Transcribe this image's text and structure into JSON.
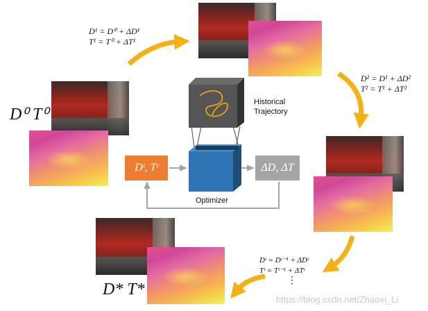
{
  "equations": {
    "step1_line1": "D¹ = D⁰ + ΔD¹",
    "step1_line2": "T¹ = T⁰ + ΔT¹",
    "step2_line1": "D² = D¹ + ΔD²",
    "step2_line2": "T² = T¹ + ΔT²",
    "stept_line1": "Dᵗ = Dᵗ⁻¹ + ΔDᵗ",
    "stept_line2": "Tᵗ = Tᵗ⁻¹ + ΔTᵗ",
    "dots": "⋮"
  },
  "labels": {
    "initial": "D⁰ T⁰",
    "final": "D* T*",
    "input_box": "Dᵗ, Tᵗ",
    "output_box": "ΔD, ΔT",
    "optimizer": "Optimizer",
    "history_line1": "Historical",
    "history_line2": "Trajectory"
  },
  "watermark": "https://blog.csdn.net/Zhaoxi_Li",
  "colors": {
    "arrow": "#f5b016",
    "input_box": "#ed7d31",
    "output_box": "#a5a5a5",
    "optimizer_front": "#2e75b6",
    "history_cube": "#555555",
    "trajectory": "#e8a317"
  }
}
